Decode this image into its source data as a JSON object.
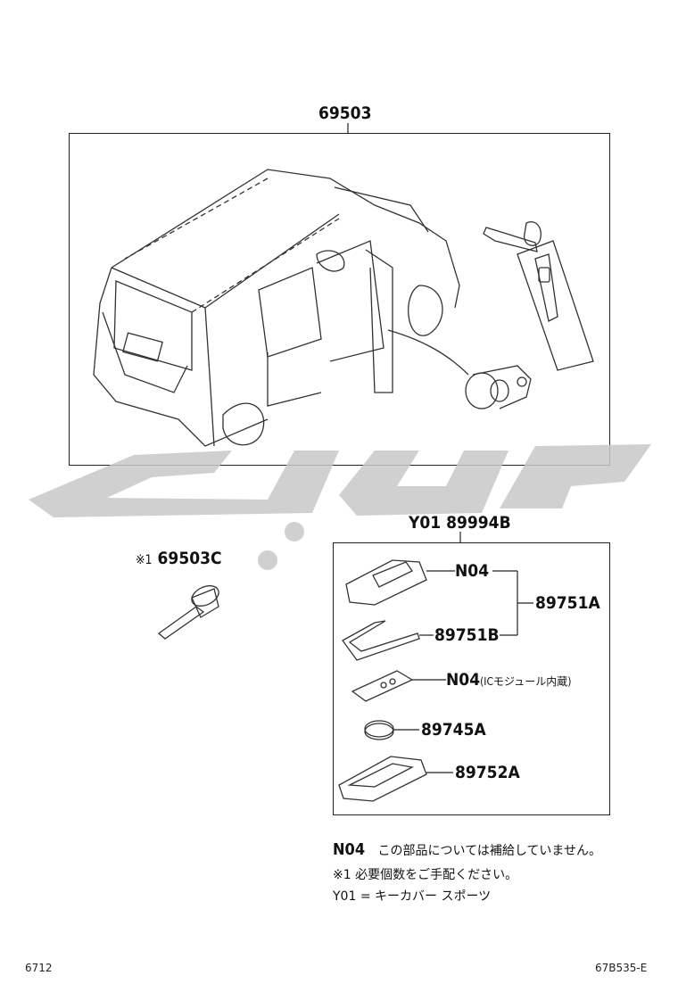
{
  "diagram": {
    "main_kit_number": "69503",
    "key_number": "69503C",
    "key_prefix": "※1",
    "fob_kit_number": "Y01 89994B",
    "parts": {
      "n04_top": "N04",
      "p89751A": "89751A",
      "p89751B": "89751B",
      "n04_module": "N04",
      "n04_module_note": "(ICモジュール内蔵)",
      "p89745A": "89745A",
      "p89752A": "89752A"
    },
    "notes": {
      "n04_code": "N04",
      "n04_text": "この部品については補給していません。",
      "note1": "※1 必要個数をご手配ください。",
      "note2": "Y01 = キーカバー スポーツ"
    },
    "footer_left": "6712",
    "footer_right": "67B535-E"
  }
}
